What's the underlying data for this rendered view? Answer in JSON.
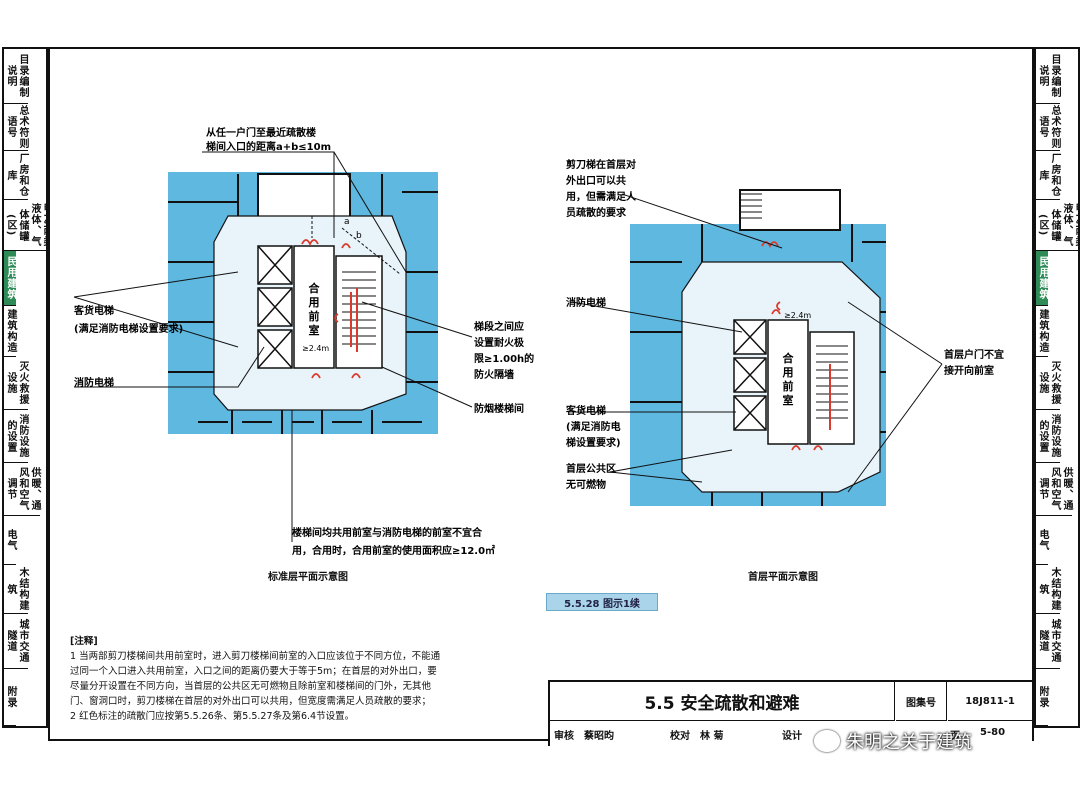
{
  "sidebar_left": [
    {
      "label": "目录编制说明",
      "active": false,
      "h": 56
    },
    {
      "label": "总术符则语号",
      "active": false,
      "h": 48
    },
    {
      "label": "厂房和仓库",
      "active": false,
      "h": 50
    },
    {
      "label": "甲乙丙类液体、气体储罐(区)",
      "active": false,
      "h": 52
    },
    {
      "label": "民用建筑",
      "active": true,
      "h": 56
    },
    {
      "label": "建筑构造",
      "active": false,
      "h": 52
    },
    {
      "label": "灭火救援设施",
      "active": false,
      "h": 54
    },
    {
      "label": "消防设施的设置",
      "active": false,
      "h": 54
    },
    {
      "label": "供暖、通风和空气调节",
      "active": false,
      "h": 54
    },
    {
      "label": "电气",
      "active": false,
      "h": 50
    },
    {
      "label": "木结构建筑",
      "active": false,
      "h": 50
    },
    {
      "label": "城市交通隧道",
      "active": false,
      "h": 56
    },
    {
      "label": "附录",
      "active": false,
      "h": 58
    }
  ],
  "sidebar_right": [
    {
      "label": "目录编制说明",
      "active": false,
      "h": 56
    },
    {
      "label": "总术符则语号",
      "active": false,
      "h": 48
    },
    {
      "label": "厂房和仓库",
      "active": false,
      "h": 50
    },
    {
      "label": "甲乙丙类液体、气体储罐(区)",
      "active": false,
      "h": 52
    },
    {
      "label": "民用建筑",
      "active": true,
      "h": 56
    },
    {
      "label": "建筑构造",
      "active": false,
      "h": 52
    },
    {
      "label": "灭火救援设施",
      "active": false,
      "h": 54
    },
    {
      "label": "消防设施的设置",
      "active": false,
      "h": 54
    },
    {
      "label": "供暖、通风和空气调节",
      "active": false,
      "h": 54
    },
    {
      "label": "电气",
      "active": false,
      "h": 50
    },
    {
      "label": "木结构建筑",
      "active": false,
      "h": 50
    },
    {
      "label": "城市交通隧道",
      "active": false,
      "h": 56
    },
    {
      "label": "附录",
      "active": false,
      "h": 58
    }
  ],
  "colors": {
    "room_blue": "#5fb8e0",
    "wall": "#111111",
    "red": "#d93a2b",
    "light_bg": "#e9f4fa"
  },
  "left_plan": {
    "callout_top": [
      "从任一户门至最近疏散楼",
      "梯间入口的距离a+b≤10m"
    ],
    "callout_lift1": [
      "客货电梯",
      "(满足消防电梯设置要求)"
    ],
    "callout_lift2": "消防电梯",
    "callout_wall": [
      "梯段之间应",
      "设置耐火极",
      "限≥1.00h的",
      "防火隔墙"
    ],
    "callout_stair": "防烟楼梯间",
    "callout_bottom": [
      "楼梯间均共用前室与消防电梯的前室不宜合",
      "用，合用时，合用前室的使用面积应≥12.0㎡"
    ],
    "lobby": [
      "合",
      "用",
      "前",
      "室"
    ],
    "dim": "≥2.4m",
    "mark_a": "a",
    "mark_b": "b",
    "caption": "标准层平面示意图"
  },
  "right_plan": {
    "callout_top": [
      "剪刀梯在首层对",
      "外出口可以共",
      "用，但需满足人",
      "员疏散的要求"
    ],
    "callout_lift1": "消防电梯",
    "callout_lift2": [
      "客货电梯",
      "(满足消防电",
      "梯设置要求)"
    ],
    "callout_public": [
      "首层公共区",
      "无可燃物"
    ],
    "callout_door": [
      "首层户门不宜",
      "接开向前室"
    ],
    "lobby": [
      "合",
      "用",
      "前",
      "室"
    ],
    "dim": "≥2.4m",
    "caption": "首层平面示意图"
  },
  "figure_label": "5.5.28 图示1续",
  "notes": {
    "heading": "[注释]",
    "lines": [
      "1  当两部剪刀楼梯间共用前室时，进入剪刀楼梯间前室的入口应该位于不同方位，不能通",
      "   过同一个入口进入共用前室，入口之间的距离仍要大于等于5m；在首层的对外出口，要",
      "   尽量分开设置在不同方向，当首层的公共区无可燃物且除前室和楼梯间的门外，无其他",
      "   门、窗洞口时，剪刀楼梯在首层的对外出口可以共用，但宽度需满足人员疏散的要求；",
      "2  红色标注的疏散门应按第5.5.26条、第5.5.27条及第6.4节设置。"
    ]
  },
  "titleblock": {
    "title": "5.5 安全疏散和避难",
    "atlas_label": "图集号",
    "atlas_no": "18J811-1",
    "review_label": "审核",
    "reviewer": "蔡昭昀",
    "check_label": "校对",
    "checker": "林 菊",
    "design_label": "设计",
    "page_label": "页",
    "page": "5-80"
  },
  "watermark": "朱明之关于建筑"
}
